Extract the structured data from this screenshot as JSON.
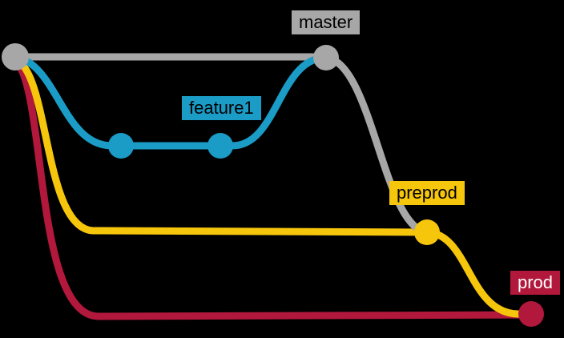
{
  "background": "#000000",
  "branches": {
    "master": {
      "label": "master",
      "color": "#a7a7a7",
      "label_text_color": "#000000",
      "commit_count": 2
    },
    "feature1": {
      "label": "feature1",
      "color": "#1a9cc7",
      "label_text_color": "#000000",
      "commit_count": 2
    },
    "preprod": {
      "label": "preprod",
      "color": "#f6c60d",
      "label_text_color": "#000000",
      "commit_count": 1
    },
    "prod": {
      "label": "prod",
      "color": "#b2173c",
      "label_text_color": "#ffffff",
      "commit_count": 1
    }
  }
}
